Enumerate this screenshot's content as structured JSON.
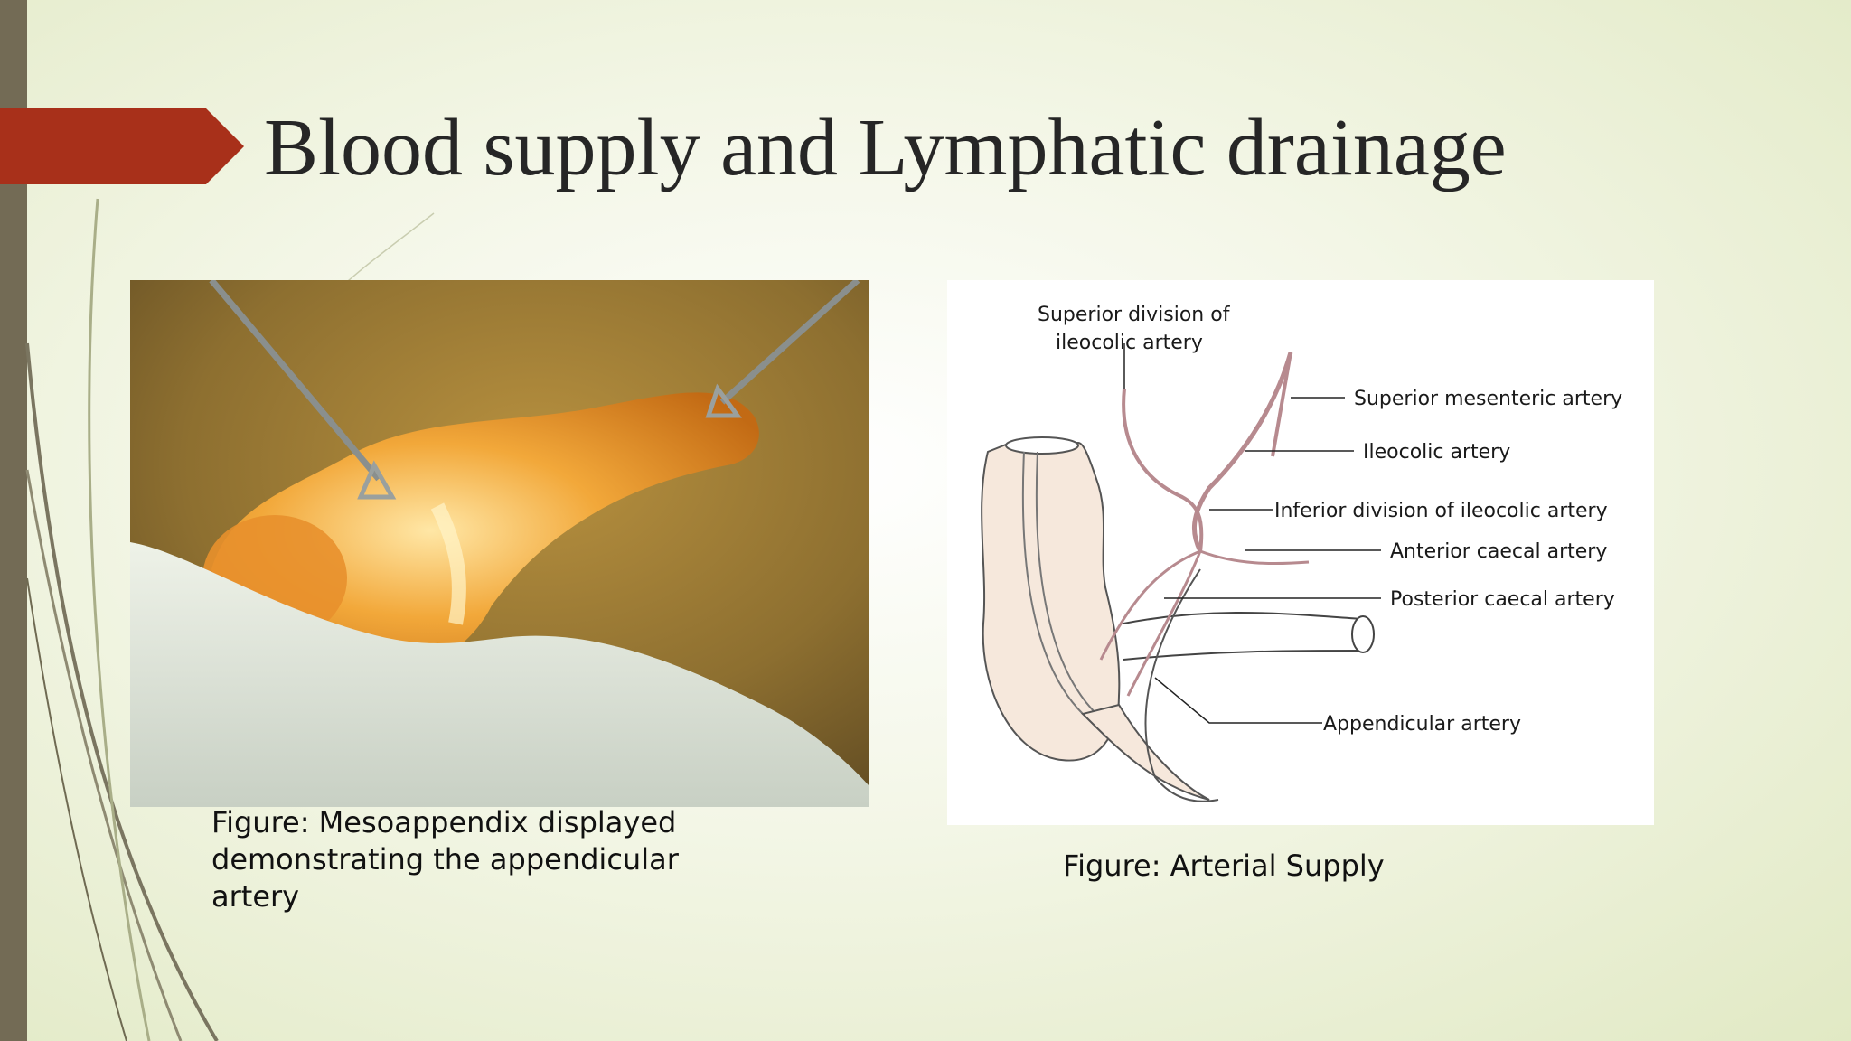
{
  "slide": {
    "title": "Blood supply and Lymphatic drainage",
    "accent_color": "#a8301a",
    "side_bar_color": "#736b55"
  },
  "left_figure": {
    "caption": "Figure: Mesoappendix displayed demonstrating the appendicular artery"
  },
  "right_figure": {
    "caption": "Figure: Arterial Supply",
    "labels": {
      "superior_division_line1": "Superior division of",
      "superior_division_line2": "ileocolic artery",
      "superior_mesenteric": "Superior mesenteric artery",
      "ileocolic": "Ileocolic artery",
      "inferior_division": "Inferior division of ileocolic artery",
      "anterior_caecal": "Anterior caecal artery",
      "posterior_caecal": "Posterior caecal artery",
      "appendicular": "Appendicular artery"
    }
  }
}
